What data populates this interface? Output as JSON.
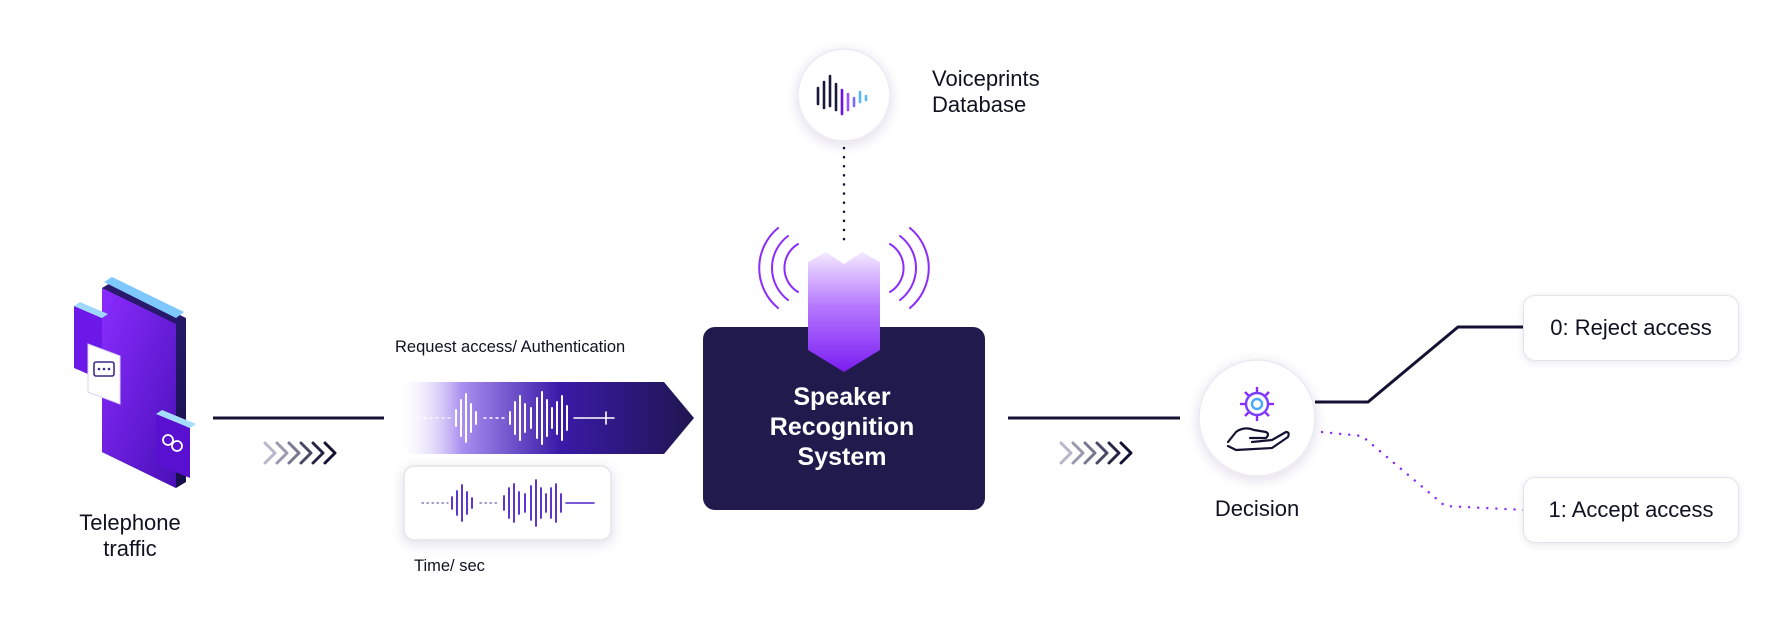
{
  "diagram": {
    "source": {
      "label": "Telephone\ntraffic",
      "icon": "phone-stack-icon"
    },
    "input": {
      "top_label": "Request access/ Authentication",
      "bottom_label": "Time/ sec",
      "icon": "waveform-icon"
    },
    "database": {
      "label": "Voiceprints\nDatabase",
      "icon": "voiceprint-bars-icon"
    },
    "system": {
      "label": "Speaker\nRecognition\nSystem",
      "icon": "radio-waves-icon"
    },
    "decision": {
      "label": "Decision",
      "icon": "gear-hand-icon"
    },
    "outcomes": [
      {
        "label": "0: Reject access",
        "line_style": "solid"
      },
      {
        "label": "1: Accept access",
        "line_style": "dotted"
      }
    ]
  },
  "colors": {
    "navy": "#201a4d",
    "purple": "#6b12e6",
    "violet": "#9b4dff",
    "line": "#141233",
    "accent_blue": "#5ab7ff"
  }
}
